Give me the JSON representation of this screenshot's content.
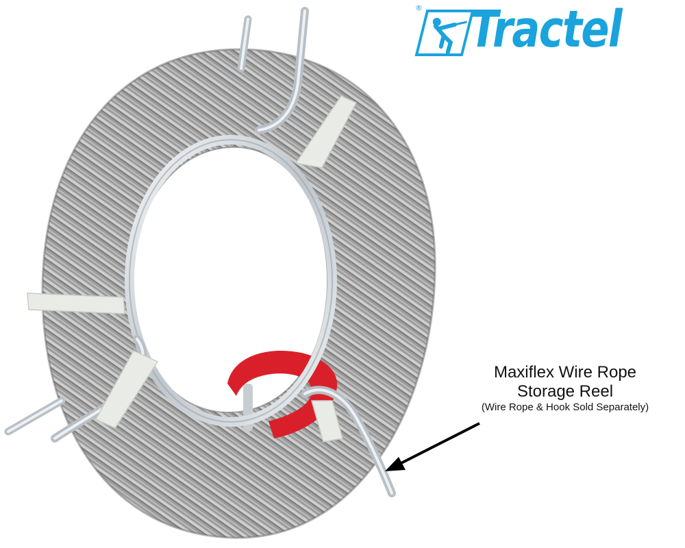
{
  "brand": {
    "name": "Tractel",
    "registered_mark": "®",
    "color": "#1aa3dc"
  },
  "caption": {
    "line1": "Maxiflex Wire Rope",
    "line2": "Storage Reel",
    "line3": "(Wire Rope & Hook Sold Separately)"
  },
  "colors": {
    "rope": "#9a9a9a",
    "rope_dark": "#6f6f6f",
    "rope_light": "#c9c9c9",
    "steel": "#d8dde2",
    "hook": "#d9202a",
    "tie": "#e9ebe6",
    "arrow": "#000000"
  },
  "icons": {
    "logo_figure": "man-pulling-rope-icon",
    "arrow": "arrow-pointer"
  }
}
